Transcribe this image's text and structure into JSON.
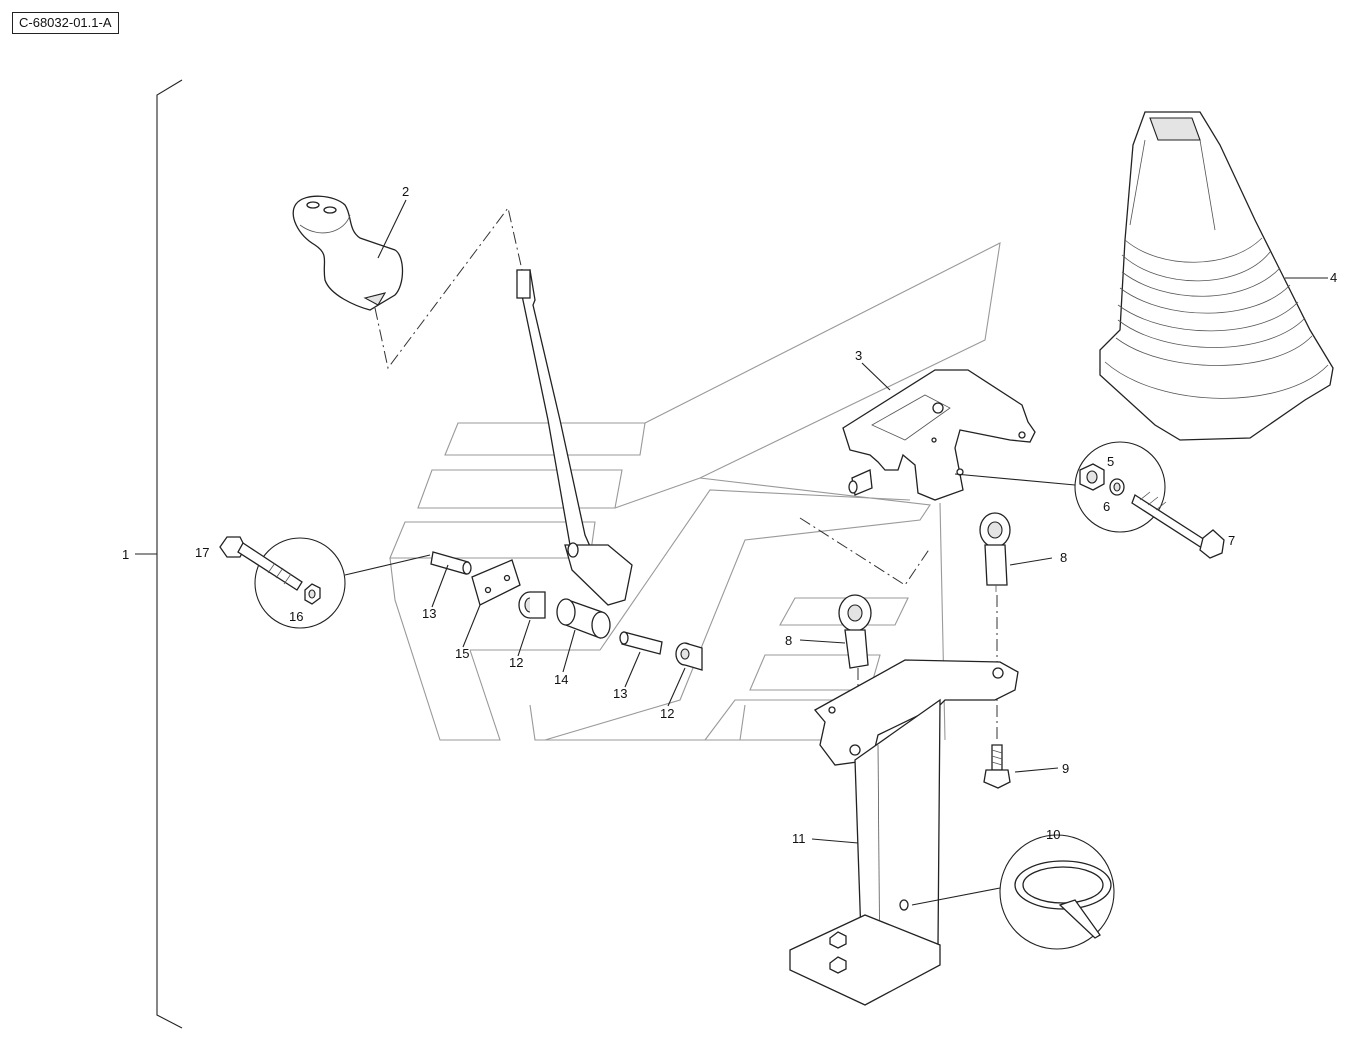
{
  "reference_code": "C-68032-01.1-A",
  "callouts": {
    "c1": "1",
    "c2": "2",
    "c3": "3",
    "c4": "4",
    "c5": "5",
    "c6": "6",
    "c7": "7",
    "c8a": "8",
    "c8b": "8",
    "c9": "9",
    "c10": "10",
    "c11": "11",
    "c12a": "12",
    "c12b": "12",
    "c13a": "13",
    "c13b": "13",
    "c14": "14",
    "c15": "15",
    "c16": "16",
    "c17": "17"
  }
}
